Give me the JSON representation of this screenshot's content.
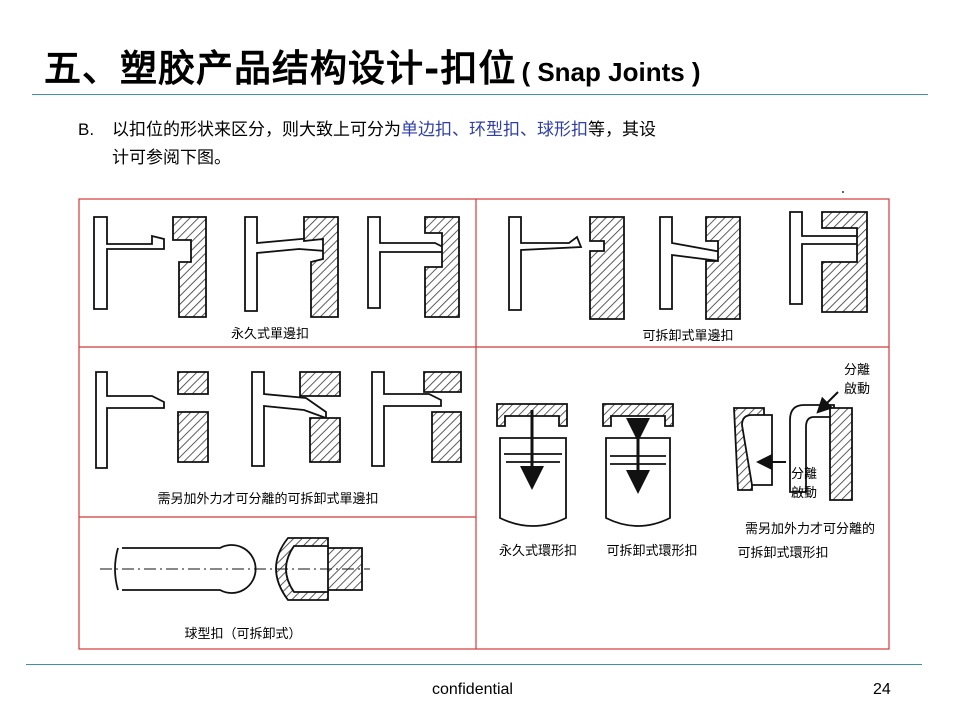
{
  "title": {
    "cn": "五、塑胶产品结构设计-扣位",
    "en": "( Snap Joints )"
  },
  "body": {
    "label": "B.",
    "part1": "以扣位的形状来区分，则大致上可分为",
    "highlight": "单边扣、环型扣、球形扣",
    "part2": "等，其设",
    "line2": "计可参阅下图。"
  },
  "figure": {
    "captions": {
      "permanent_single": "永久式單邊扣",
      "removable_single": "可拆卸式單邊扣",
      "force_single": "需另加外力才可分離的可拆卸式單邊扣",
      "ball": "球型扣（可拆卸式）",
      "permanent_ring": "永久式環形扣",
      "removable_ring": "可拆卸式環形扣",
      "force_ring_1": "需另加外力才可分離的",
      "force_ring_2": "可拆卸式環形扣",
      "separate_1a": "分離",
      "separate_1b": "啟動",
      "separate_2a": "分離",
      "separate_2b": "啟動"
    }
  },
  "footer": {
    "center": "confidential",
    "page": "24"
  },
  "colors": {
    "rule": "#3f8fa6",
    "highlight": "#2f3fa8",
    "frame": "#d23a3a"
  }
}
